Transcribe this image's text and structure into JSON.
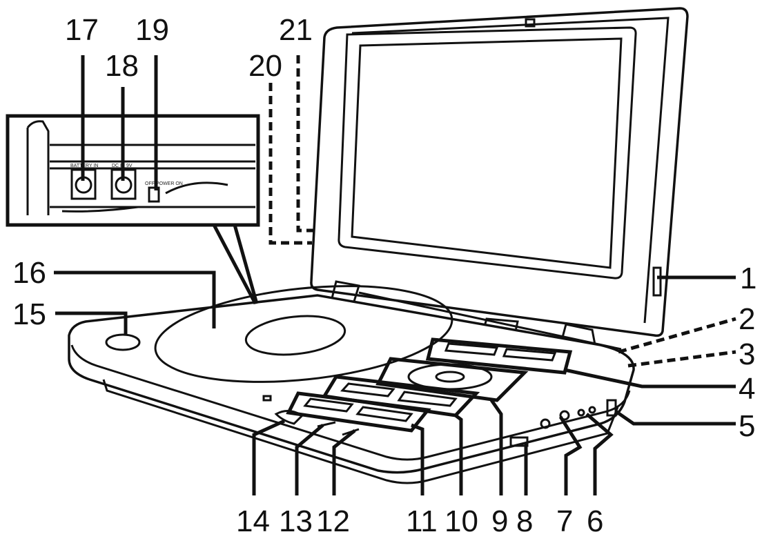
{
  "callouts": {
    "c1": "1",
    "c2": "2",
    "c3": "3",
    "c4": "4",
    "c5": "5",
    "c6": "6",
    "c7": "7",
    "c8": "8",
    "c9": "9",
    "c10": "10",
    "c11": "11",
    "c12": "12",
    "c13": "13",
    "c14": "14",
    "c15": "15",
    "c16": "16",
    "c17": "17",
    "c18": "18",
    "c19": "19",
    "c20": "20",
    "c21": "21"
  },
  "inset_labels": {
    "battery": "BATTERY IN",
    "dc_in": "DC IN 9V",
    "power": "OFF POWER ON"
  }
}
